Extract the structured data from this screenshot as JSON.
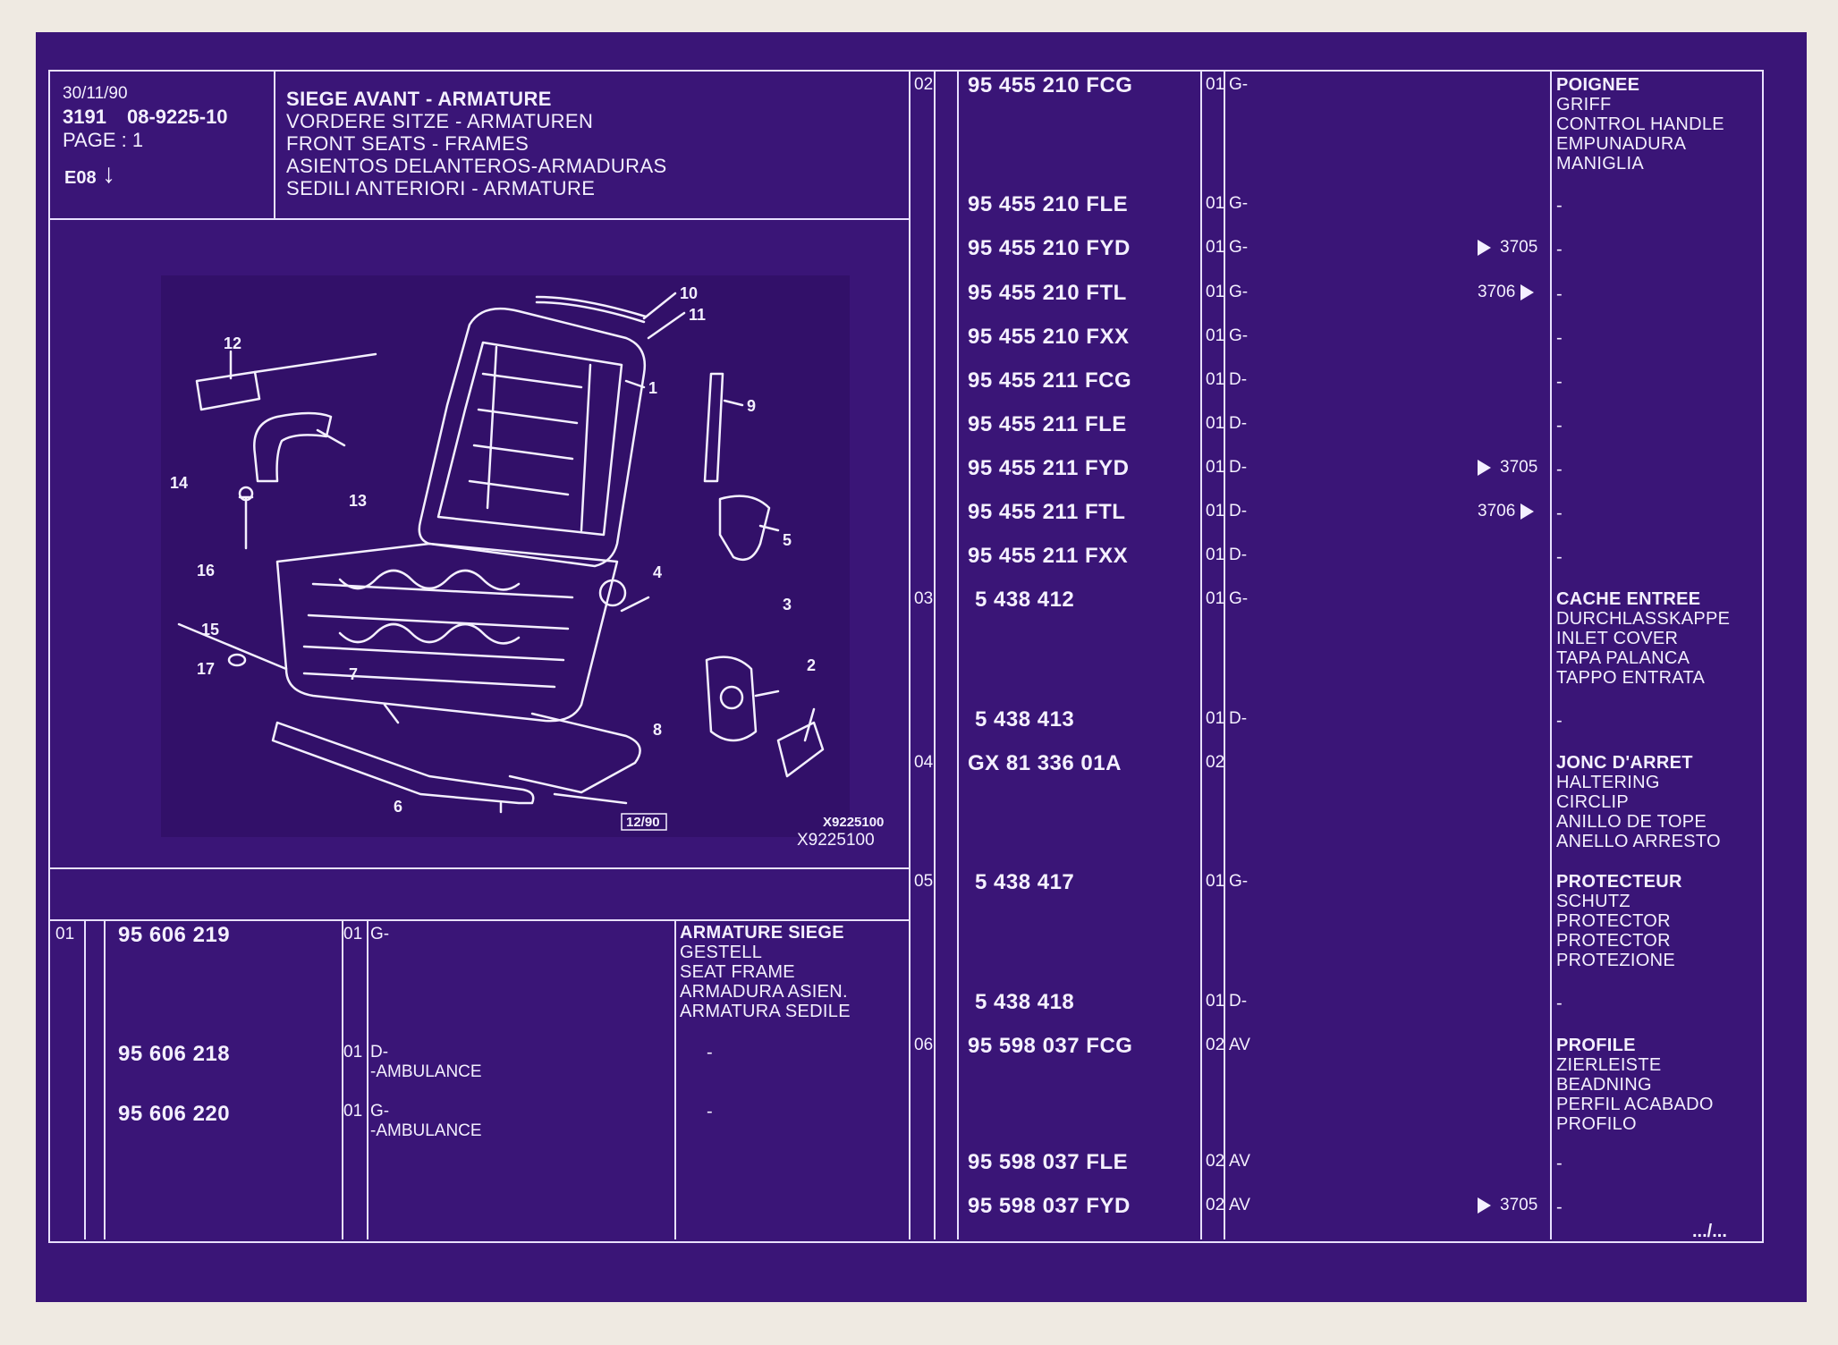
{
  "header": {
    "date": "30/11/90",
    "ref_a": "3191",
    "ref_b": "08-9225-10",
    "page": "PAGE : 1",
    "section": "E08",
    "section_arrow": "↓",
    "titles": [
      "SIEGE AVANT - ARMATURE",
      "VORDERE SITZE - ARMATUREN",
      "FRONT SEATS - FRAMES",
      "ASIENTOS DELANTEROS-ARMADURAS",
      "SEDILI ANTERIORI - ARMATURE"
    ]
  },
  "drawing": {
    "callouts": [
      "1",
      "2",
      "3",
      "4",
      "5",
      "6",
      "7",
      "8",
      "9",
      "10",
      "11",
      "12",
      "13",
      "14",
      "15",
      "16",
      "17"
    ],
    "stamp": "12/90",
    "code_inner": "X9225100",
    "code_outer": "X9225100"
  },
  "left_table": {
    "rows": [
      {
        "item": "01",
        "part": "95 606 219",
        "qty": "01",
        "code": "G-",
        "note": "",
        "desc": [
          "ARMATURE SIEGE",
          "GESTELL",
          "SEAT FRAME",
          "ARMADURA ASIEN.",
          "ARMATURA SEDILE"
        ]
      },
      {
        "item": "",
        "part": "95 606 218",
        "qty": "01",
        "code": "D-",
        "note": "-AMBULANCE",
        "desc": [
          "-"
        ]
      },
      {
        "item": "",
        "part": "95 606 220",
        "qty": "01",
        "code": "G-",
        "note": "-AMBULANCE",
        "desc": [
          "-"
        ]
      }
    ]
  },
  "right_table": {
    "rows": [
      {
        "item": "02",
        "part": "95 455 210 FCG",
        "qty": "01",
        "code": "G-",
        "ref": "",
        "desc": [
          "POIGNEE",
          "GRIFF",
          "CONTROL HANDLE",
          "EMPUNADURA",
          "MANIGLIA"
        ]
      },
      {
        "item": "",
        "part": "95 455 210 FLE",
        "qty": "01",
        "code": "G-",
        "ref": "",
        "desc": [
          "-"
        ]
      },
      {
        "item": "",
        "part": "95 455 210 FYD",
        "qty": "01",
        "code": "G-",
        "ref": "3705",
        "ref_side": "before",
        "desc": [
          "-"
        ]
      },
      {
        "item": "",
        "part": "95 455 210 FTL",
        "qty": "01",
        "code": "G-",
        "ref": "3706",
        "ref_side": "after",
        "desc": [
          "-"
        ]
      },
      {
        "item": "",
        "part": "95 455 210 FXX",
        "qty": "01",
        "code": "G-",
        "ref": "",
        "desc": [
          "-"
        ]
      },
      {
        "item": "",
        "part": "95 455 211 FCG",
        "qty": "01",
        "code": "D-",
        "ref": "",
        "desc": [
          "-"
        ]
      },
      {
        "item": "",
        "part": "95 455 211 FLE",
        "qty": "01",
        "code": "D-",
        "ref": "",
        "desc": [
          "-"
        ]
      },
      {
        "item": "",
        "part": "95 455 211 FYD",
        "qty": "01",
        "code": "D-",
        "ref": "3705",
        "ref_side": "before",
        "desc": [
          "-"
        ]
      },
      {
        "item": "",
        "part": "95 455 211 FTL",
        "qty": "01",
        "code": "D-",
        "ref": "3706",
        "ref_side": "after",
        "desc": [
          "-"
        ]
      },
      {
        "item": "",
        "part": "95 455 211 FXX",
        "qty": "01",
        "code": "D-",
        "ref": "",
        "desc": [
          "-"
        ]
      },
      {
        "item": "03",
        "part": "5 438 412",
        "qty": "01",
        "code": "G-",
        "ref": "",
        "desc": [
          "CACHE ENTREE",
          "DURCHLASSKAPPE",
          "INLET COVER",
          "TAPA PALANCA",
          "TAPPO ENTRATA"
        ]
      },
      {
        "item": "",
        "part": "5 438 413",
        "qty": "01",
        "code": "D-",
        "ref": "",
        "desc": [
          "-"
        ]
      },
      {
        "item": "04",
        "part": "GX 81 336 01A",
        "qty": "02",
        "code": "",
        "ref": "",
        "desc": [
          "JONC D'ARRET",
          "HALTERING",
          "CIRCLIP",
          "ANILLO DE TOPE",
          "ANELLO ARRESTO"
        ]
      },
      {
        "item": "05",
        "part": "5 438 417",
        "qty": "01",
        "code": "G-",
        "ref": "",
        "desc": [
          "PROTECTEUR",
          "SCHUTZ",
          "PROTECTOR",
          "PROTECTOR",
          "PROTEZIONE"
        ]
      },
      {
        "item": "",
        "part": "5 438 418",
        "qty": "01",
        "code": "D-",
        "ref": "",
        "desc": [
          "-"
        ]
      },
      {
        "item": "06",
        "part": "95 598 037 FCG",
        "qty": "02",
        "code": "AV",
        "ref": "",
        "desc": [
          "PROFILE",
          "ZIERLEISTE",
          "BEADNING",
          "PERFIL ACABADO",
          "PROFILO"
        ]
      },
      {
        "item": "",
        "part": "95 598 037 FLE",
        "qty": "02",
        "code": "AV",
        "ref": "",
        "desc": [
          "-"
        ]
      },
      {
        "item": "",
        "part": "95 598 037 FYD",
        "qty": "02",
        "code": "AV",
        "ref": "3705",
        "ref_side": "before",
        "desc": [
          "-"
        ]
      }
    ],
    "continued": ".../..."
  }
}
